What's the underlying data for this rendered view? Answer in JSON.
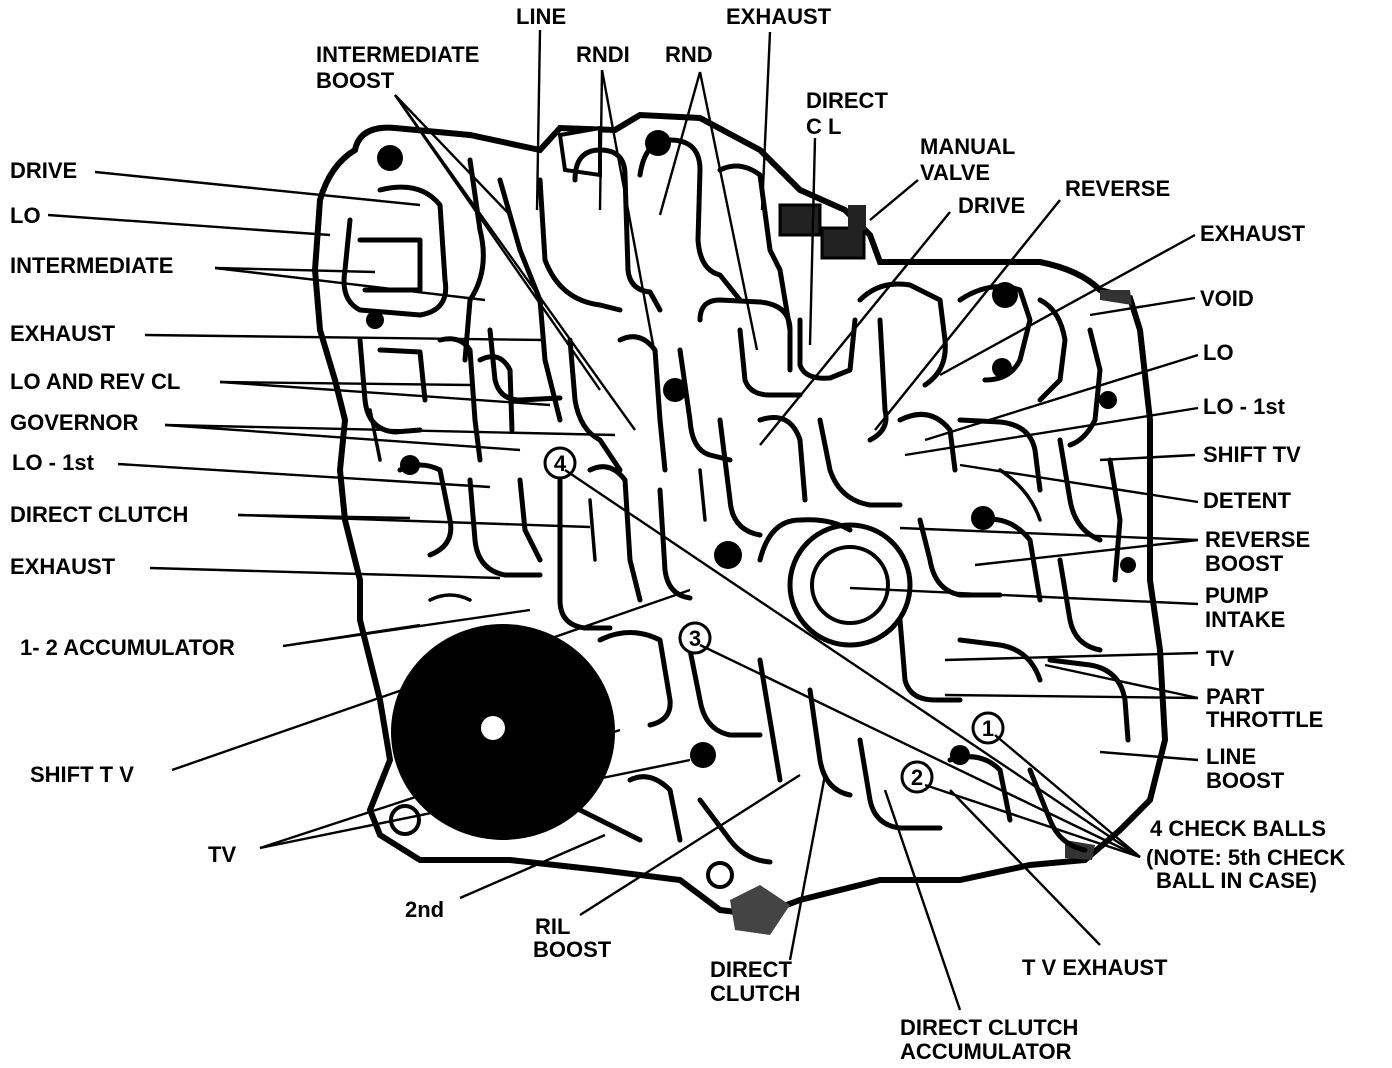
{
  "labels": {
    "line": "LINE",
    "exhaust_top": "EXHAUST",
    "intermediate_boost_1": "INTERMEDIATE",
    "intermediate_boost_2": "BOOST",
    "rndi": "RNDI",
    "rnd": "RND",
    "direct_cl_1": "DIRECT",
    "direct_cl_2": "C L",
    "manual_valve_1": "MANUAL",
    "manual_valve_2": "VALVE",
    "drive_left": "DRIVE",
    "drive_mid": "DRIVE",
    "reverse": "REVERSE",
    "lo_left": "LO",
    "exhaust_right": "EXHAUST",
    "intermediate_left": "INTERMEDIATE",
    "void": "VOID",
    "exhaust_left1": "EXHAUST",
    "lo_right": "LO",
    "lo_and_rev_cl": "LO AND REV CL",
    "lo_1st_right": "LO - 1st",
    "governor": "GOVERNOR",
    "shift_tv_right": "SHIFT  TV",
    "lo_1st_left": "LO - 1st",
    "detent": "DETENT",
    "direct_clutch_left": "DIRECT CLUTCH",
    "reverse_boost_1": "REVERSE",
    "reverse_boost_2": "BOOST",
    "exhaust_left2": "EXHAUST",
    "pump_intake_1": "PUMP",
    "pump_intake_2": "INTAKE",
    "accumulator_1_2": "1- 2  ACCUMULATOR",
    "tv_right": "TV",
    "part_throttle_1": "PART",
    "part_throttle_2": "THROTTLE",
    "shift_tv_left": "SHIFT  T V",
    "line_boost_1": "LINE",
    "line_boost_2": "BOOST",
    "check_balls_1": "4 CHECK BALLS",
    "check_balls_2": "(NOTE: 5th CHECK",
    "check_balls_3": "BALL IN CASE)",
    "tv_left": "TV",
    "second": "2nd",
    "ril_boost_1": "RIL",
    "ril_boost_2": "BOOST",
    "direct_clutch_bottom_1": "DIRECT",
    "direct_clutch_bottom_2": "CLUTCH",
    "tv_exhaust": "T V  EXHAUST",
    "dc_accumulator_1": "DIRECT CLUTCH",
    "dc_accumulator_2": "ACCUMULATOR"
  },
  "check_balls": [
    "1",
    "2",
    "3",
    "4"
  ]
}
